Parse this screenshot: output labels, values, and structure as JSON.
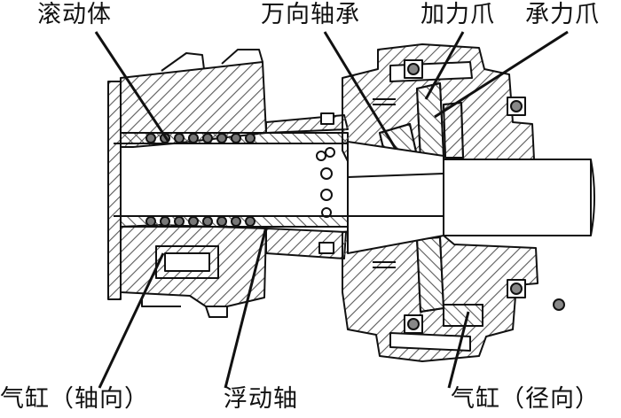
{
  "labels": {
    "rolling_body": "滚动体",
    "universal_bearing": "万向轴承",
    "pressing_claw": "加力爪",
    "bearing_claw": "承力爪",
    "cylinder_axial": "气缸（轴向）",
    "floating_shaft": "浮动轴",
    "cylinder_radial": "气缸（径向）"
  },
  "colors": {
    "line": "#111111",
    "hatch": "#6a6a6a",
    "fill": "#ffffff",
    "shade": "#d6d6d6"
  }
}
